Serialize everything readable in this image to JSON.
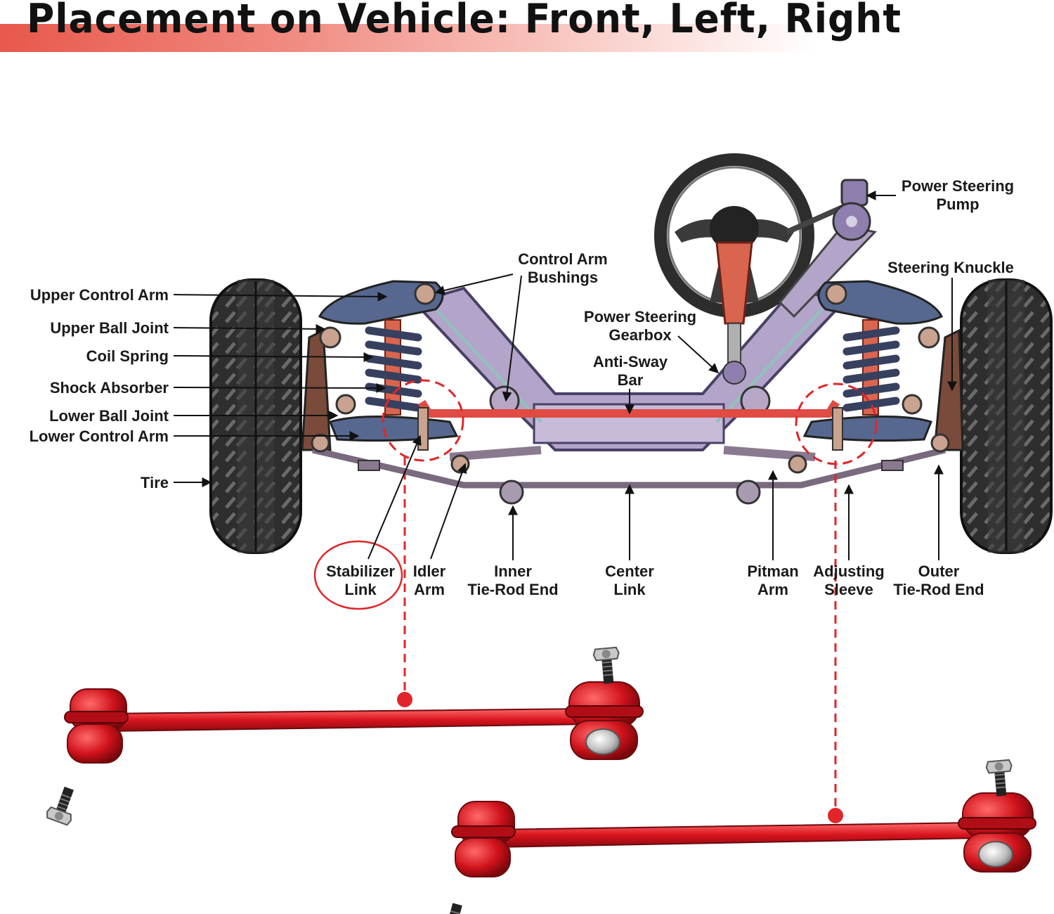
{
  "title": "Placement on Vehicle: Front, Left, Right",
  "labels": {
    "upper_control_arm": "Upper Control Arm",
    "upper_ball_joint": "Upper Ball Joint",
    "coil_spring": "Coil Spring",
    "shock_absorber": "Shock Absorber",
    "lower_ball_joint": "Lower Ball Joint",
    "lower_control_arm": "Lower Control Arm",
    "tire": "Tire",
    "control_arm_bushings": [
      "Control Arm",
      "Bushings"
    ],
    "power_steering_gearbox": [
      "Power Steering",
      "Gearbox"
    ],
    "anti_sway_bar": [
      "Anti-Sway",
      "Bar"
    ],
    "power_steering_pump": [
      "Power Steering",
      "Pump"
    ],
    "steering_knuckle": "Steering Knuckle",
    "stabilizer_link": [
      "Stabilizer",
      "Link"
    ],
    "idler_arm": [
      "Idler",
      "Arm"
    ],
    "inner_tie_rod_end": [
      "Inner",
      "Tie-Rod End"
    ],
    "center_link": [
      "Center",
      "Link"
    ],
    "pitman_arm": [
      "Pitman",
      "Arm"
    ],
    "adjusting_sleeve": [
      "Adjusting",
      "Sleeve"
    ],
    "outer_tie_rod_end": [
      "Outer",
      "Tie-Rod End"
    ]
  },
  "colors": {
    "highlight_red": "#e0262a",
    "link_red": "#d8141e",
    "frame_purple": "#b3a4c9",
    "arm_blue": "#56688f",
    "tire_dark": "#2b2b2b"
  },
  "icons": [
    "steering-wheel-icon",
    "tire-icon",
    "stabilizer-link-part-icon"
  ]
}
